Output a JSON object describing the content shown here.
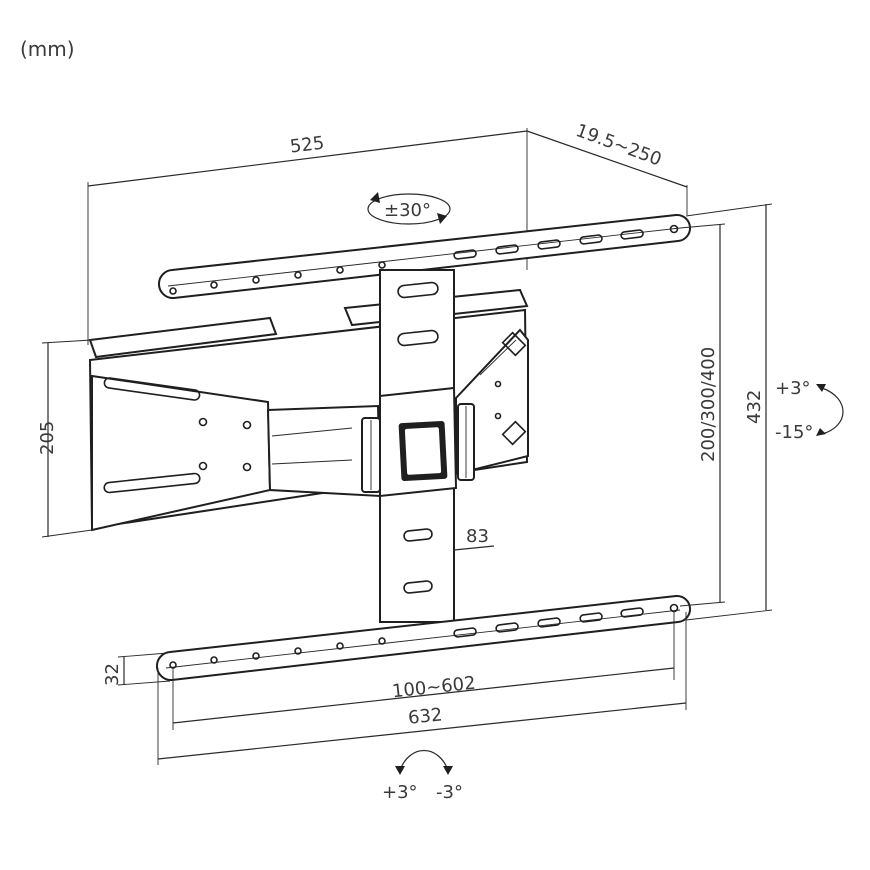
{
  "unit_label": "(mm)",
  "dimensions": {
    "width_top": "525",
    "depth": "19.5~250",
    "swivel": "±30°",
    "arm_height": "205",
    "vesa_vertical": "200/300/400",
    "total_height": "432",
    "tilt_up": "+3°",
    "tilt_down": "-15°",
    "upright_width": "83",
    "rail_height": "32",
    "vesa_horizontal": "100~602",
    "rail_width": "632",
    "rotate_plus": "+3°",
    "rotate_minus": "-3°"
  }
}
